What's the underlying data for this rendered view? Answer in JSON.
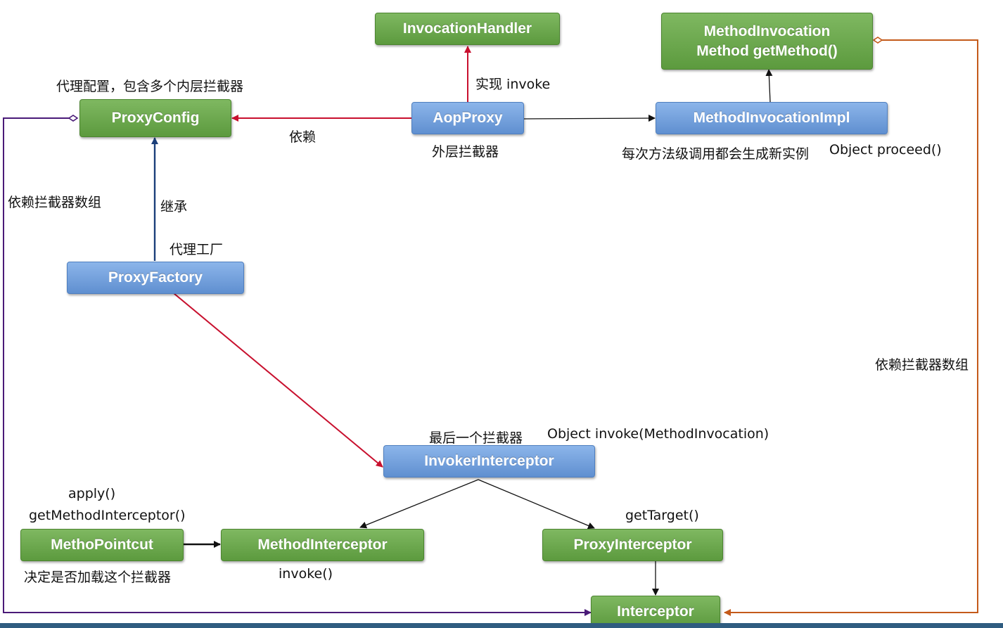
{
  "nodes": {
    "invocation_handler": "InvocationHandler",
    "method_invocation_line1": "MethodInvocation",
    "method_invocation_line2": "Method getMethod()",
    "proxy_config": "ProxyConfig",
    "aop_proxy": "AopProxy",
    "method_invocation_impl": "MethodInvocationImpl",
    "proxy_factory": "ProxyFactory",
    "invoker_interceptor": "InvokerInterceptor",
    "metho_pointcut": "MethoPointcut",
    "method_interceptor": "MethodInterceptor",
    "proxy_interceptor": "ProxyInterceptor",
    "interceptor": "Interceptor"
  },
  "labels": {
    "proxy_config_desc": "代理配置，包含多个内层拦截器",
    "implements_invoke": "实现 invoke",
    "depends": "依赖",
    "outer_interceptor": "外层拦截器",
    "new_instance_per_call": "每次方法级调用都会生成新实例",
    "object_proceed": "Object proceed()",
    "depends_interceptor_array_left": "依赖拦截器数组",
    "inherits": "继承",
    "proxy_factory_desc": "代理工厂",
    "depends_interceptor_array_right": "依赖拦截器数组",
    "last_interceptor": "最后一个拦截器",
    "object_invoke": "Object invoke(MethodInvocation)",
    "apply": "apply()",
    "get_method_interceptor": "getMethodInterceptor()",
    "get_target": "getTarget()",
    "decide_load": "决定是否加载这个拦截器",
    "invoke": "invoke()"
  },
  "colors": {
    "node_green": "#5c9a3e",
    "node_blue": "#5f8fd0",
    "edge_red": "#c8102e",
    "edge_navy": "#1b3f7a",
    "edge_purple": "#4a1a78",
    "edge_orange": "#c45a1a",
    "edge_black": "#111111"
  }
}
